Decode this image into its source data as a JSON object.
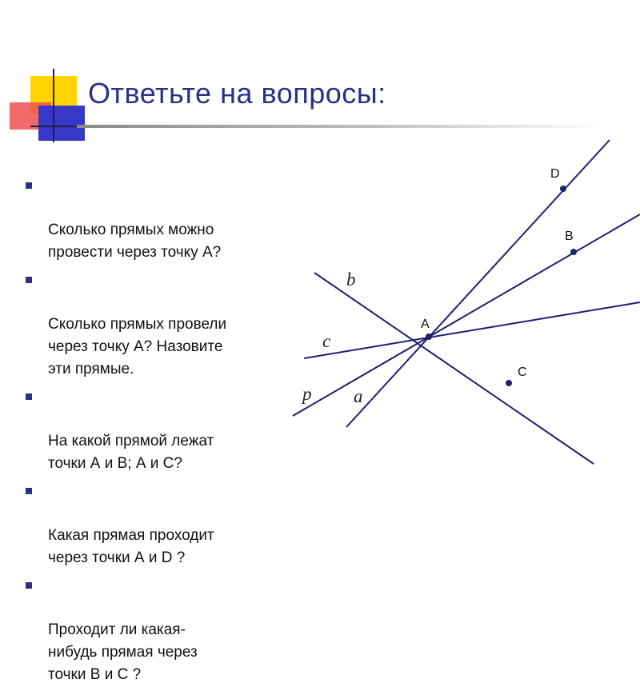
{
  "slide": {
    "title": "Ответьте на вопросы:",
    "questions": [
      "Сколько прямых можно\nпровести через точку А?",
      "Сколько прямых провели\nчерез точку А? Назовите\nэти прямые.",
      "На какой прямой лежат\nточки А и В;  А и С?",
      "Какая прямая проходит\nчерез точки А и D ?",
      "Проходит ли какая-\nнибудь прямая через\nточки В и С ?"
    ]
  },
  "colors": {
    "title": "#2d2f85",
    "lines": "#1f1f6e",
    "points": "#1f1f6e",
    "bullet": "#2d2f85"
  },
  "figure": {
    "line_labels": {
      "b": "b",
      "c": "c",
      "p": "p",
      "a": "a"
    },
    "point_labels": {
      "A": "A",
      "B": "B",
      "C": "C",
      "D": "D"
    }
  }
}
